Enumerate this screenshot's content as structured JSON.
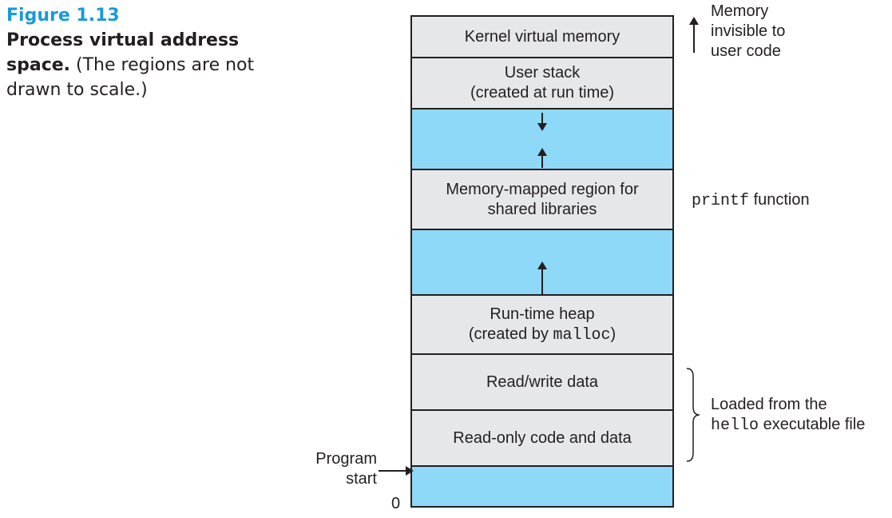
{
  "caption": {
    "label": "Figure 1.13",
    "title": "Process virtual address space.",
    "text": " (The regions are not drawn to scale.)"
  },
  "regions": {
    "kernel": {
      "line1": "Kernel virtual memory"
    },
    "stack": {
      "line1": "User stack",
      "line2": "(created at run time)"
    },
    "shared": {
      "line1": "Memory-mapped region for",
      "line2": "shared libraries"
    },
    "heap": {
      "line1": "Run-time heap",
      "line2_prefix": "(created by ",
      "line2_code": "malloc",
      "line2_suffix": ")"
    },
    "rwdata": {
      "line1": "Read/write data"
    },
    "rocode": {
      "line1": "Read-only code and data"
    }
  },
  "annotations": {
    "invisible": [
      "Memory",
      "invisible to",
      "user code"
    ],
    "printf_code": "printf",
    "printf_text": " function",
    "loaded_line1": "Loaded from the",
    "loaded_code": "hello",
    "loaded_text": " executable file",
    "program_start": [
      "Program",
      "start"
    ],
    "zero": "0"
  },
  "colors": {
    "region_fill": "#e6e7e8",
    "free_fill": "#8ed8f8",
    "figure_label": "#1a9ad6"
  }
}
